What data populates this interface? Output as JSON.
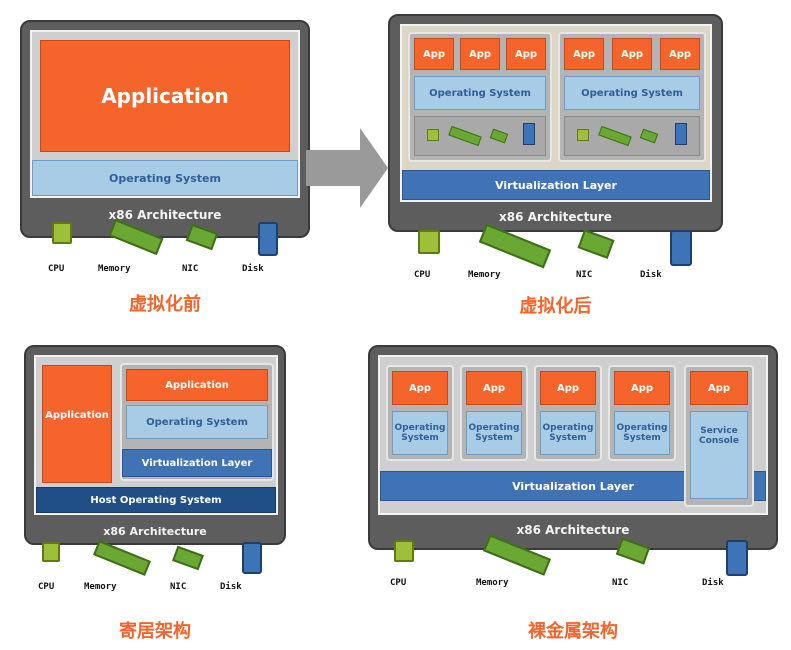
{
  "colors": {
    "accent": "#f5642a",
    "os": "#a8cbe6",
    "virtualization": "#3f73b5",
    "host_os": "#1f4f86",
    "frame": "#5d5d5d"
  },
  "labels": {
    "application": "Application",
    "app": "App",
    "os": "Operating System",
    "os_two_line": "Operating\nSystem",
    "virtualization_layer": "Virtualization Layer",
    "host_os": "Host Operating System",
    "service_console": "Service\nConsole",
    "arch": "x86 Architecture"
  },
  "hardware": {
    "cpu": "CPU",
    "memory": "Memory",
    "nic": "NIC",
    "disk": "Disk"
  },
  "captions": {
    "before": "虚拟化前",
    "after": "虚拟化后",
    "hosted": "寄居架构",
    "bare_metal": "裸金属架构"
  }
}
